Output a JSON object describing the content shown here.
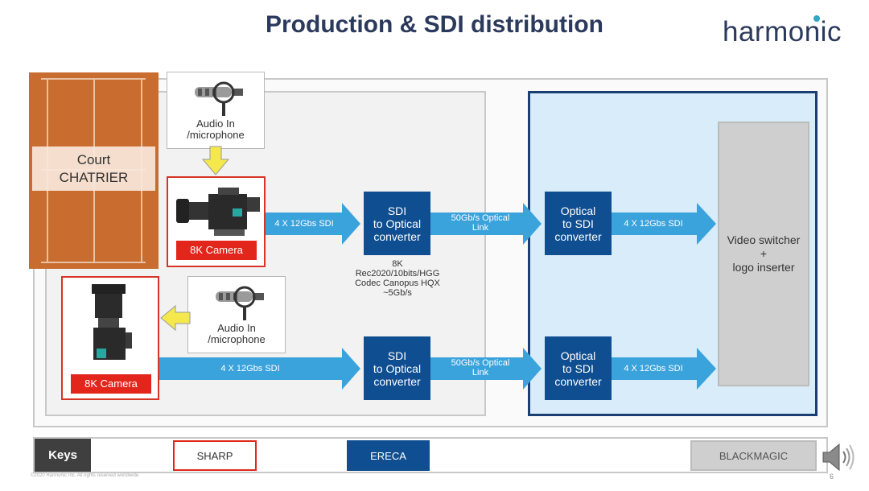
{
  "title": "Production & SDI distribution",
  "logo": "harmonic",
  "court": {
    "line1": "Court",
    "line2": "CHATRIER"
  },
  "audio_top": {
    "line1": "Audio In",
    "line2": "/microphone"
  },
  "audio_bottom": {
    "line1": "Audio In",
    "line2": "/microphone"
  },
  "camera_top": "8K Camera",
  "camera_bottom": "8K Camera",
  "sdi_top": {
    "line1": "SDI",
    "line2": "to Optical",
    "line3": "converter"
  },
  "sdi_bottom": {
    "line1": "SDI",
    "line2": "to Optical",
    "line3": "converter"
  },
  "optical_top": {
    "line1": "Optical",
    "line2": "to SDI",
    "line3": "converter"
  },
  "optical_bottom": {
    "line1": "Optical",
    "line2": "to SDI",
    "line3": "converter"
  },
  "arrow_labels": {
    "cam_sdi_top": "4 X 12Gbs SDI",
    "cam_sdi_bottom": "4 X 12Gbs SDI",
    "link_top_1": "50Gb/s Optical",
    "link_top_2": "Link",
    "link_bottom_1": "50Gb/s Optical",
    "link_bottom_2": "Link",
    "out_top": "4 X 12Gbs SDI",
    "out_bottom": "4 X 12Gbs SDI"
  },
  "codec_note": {
    "line1": "8K",
    "line2": "Rec2020/10bits/HGG",
    "line3": "Codec Canopus HQX",
    "line4": "~5Gb/s"
  },
  "switcher": {
    "line1": "Video switcher",
    "line2": "+",
    "line3": "logo inserter"
  },
  "keys": {
    "label": "Keys",
    "sharp": "SHARP",
    "ereca": "ERECA",
    "blackmagic": "BLACKMAGIC"
  },
  "footer": "©2020 Harmonic Inc. All rights reserved worldwide.",
  "page_number": "6",
  "colors": {
    "ereca_blue": "#0f4e91",
    "arrow_blue": "#3aa3dc",
    "sharp_red": "#e2261b",
    "audio_yellow": "#f4e84c",
    "court_clay": "#c86c30"
  }
}
